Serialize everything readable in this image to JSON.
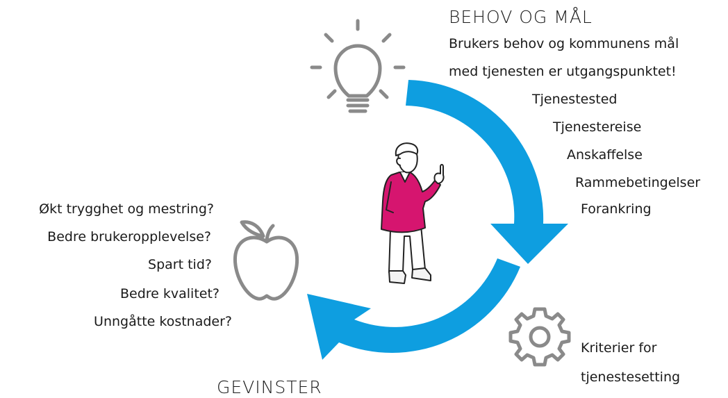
{
  "sections": {
    "needs": {
      "heading": "BEHOV OG MÅL",
      "description_line1": "Brukers behov og kommunens mål",
      "description_line2": "med tjenesten er utgangspunktet!",
      "items": [
        "Tjenestested",
        "Tjenestereise",
        "Anskaffelse",
        "Rammebetingelser",
        "Forankring"
      ]
    },
    "criteria": {
      "line1": "Kriterier for",
      "line2": "tjenestesetting"
    },
    "benefits": {
      "heading": "GEVINSTER",
      "items": [
        "Økt trygghet og mestring?",
        "Bedre brukeropplevelse?",
        "Spart tid?",
        "Bedre kvalitet?",
        "Unngåtte kostnader?"
      ]
    }
  },
  "icons": [
    "lightbulb-icon",
    "gear-icon",
    "apple-icon",
    "person-illustration"
  ],
  "colors": {
    "arrow": "#0e9ee0",
    "icon_stroke": "#8a8a8a",
    "jacket": "#d6156f",
    "text": "#1a1a1a"
  }
}
